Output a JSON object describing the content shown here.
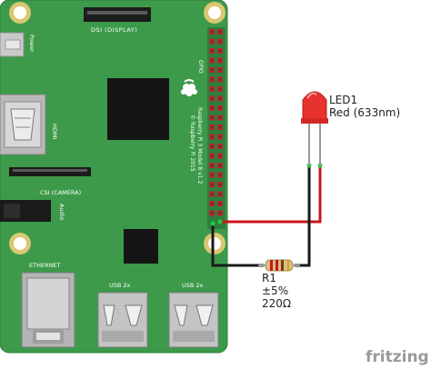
{
  "board": {
    "power_label": "Power",
    "dsi_label": "DSI (DISPLAY)",
    "hdmi_label": "HDMI",
    "csi_label": "CSI (CAMERA)",
    "audio_label": "Audio",
    "ethernet_label": "ETHERNET",
    "usb_left_label": "USB 2x",
    "usb_right_label": "USB 2x",
    "gpio_label": "GPIO",
    "model_line1": "Raspberry Pi 3 Model B v1.2",
    "model_line2": "© Raspberry Pi 2015"
  },
  "led": {
    "name": "LED1",
    "desc": "Red (633nm)"
  },
  "resistor": {
    "name": "R1",
    "tolerance": "±5%",
    "value": "220Ω"
  },
  "brand": "fritzing",
  "colors": {
    "board": "#3c9a4a",
    "board_edge": "#2f7f3c",
    "wire_red": "#c8161d",
    "wire_black": "#1a1a1a",
    "led": "#e8322e",
    "brand": "#9a9a9a"
  }
}
